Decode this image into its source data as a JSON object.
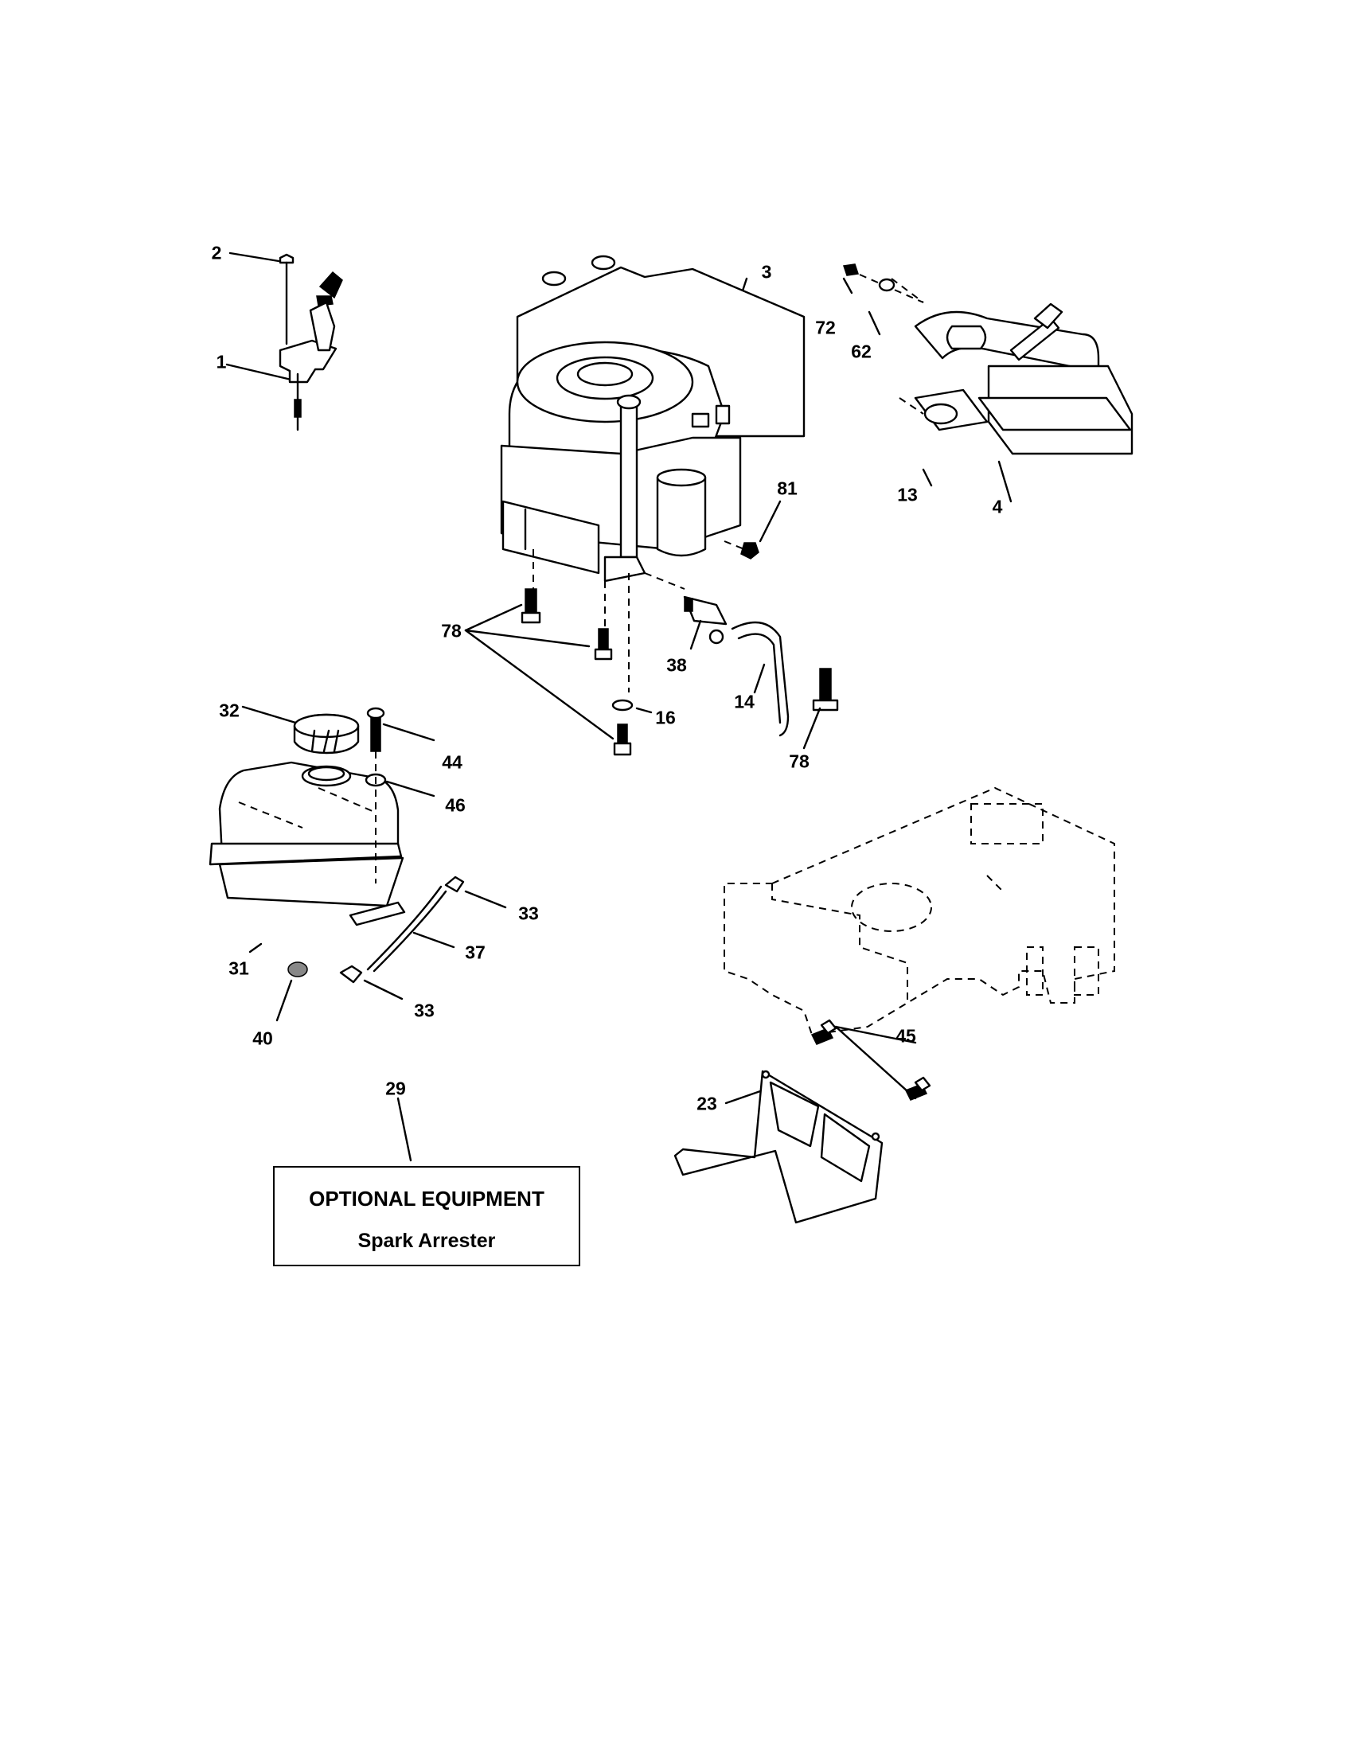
{
  "parts": [
    {
      "id": "p2",
      "label": "2"
    },
    {
      "id": "p1",
      "label": "1"
    },
    {
      "id": "p3",
      "label": "3"
    },
    {
      "id": "p72",
      "label": "72"
    },
    {
      "id": "p62",
      "label": "62"
    },
    {
      "id": "p13",
      "label": "13"
    },
    {
      "id": "p4",
      "label": "4"
    },
    {
      "id": "p81",
      "label": "81"
    },
    {
      "id": "p78a",
      "label": "78"
    },
    {
      "id": "p38",
      "label": "38"
    },
    {
      "id": "p14",
      "label": "14"
    },
    {
      "id": "p16",
      "label": "16"
    },
    {
      "id": "p78b",
      "label": "78"
    },
    {
      "id": "p32",
      "label": "32"
    },
    {
      "id": "p44",
      "label": "44"
    },
    {
      "id": "p46",
      "label": "46"
    },
    {
      "id": "p33a",
      "label": "33"
    },
    {
      "id": "p37",
      "label": "37"
    },
    {
      "id": "p31",
      "label": "31"
    },
    {
      "id": "p33b",
      "label": "33"
    },
    {
      "id": "p40",
      "label": "40"
    },
    {
      "id": "p45",
      "label": "45"
    },
    {
      "id": "p23",
      "label": "23"
    },
    {
      "id": "p29",
      "label": "29"
    }
  ],
  "optional_box": {
    "line1": "OPTIONAL EQUIPMENT",
    "line2": "Spark Arrester"
  }
}
